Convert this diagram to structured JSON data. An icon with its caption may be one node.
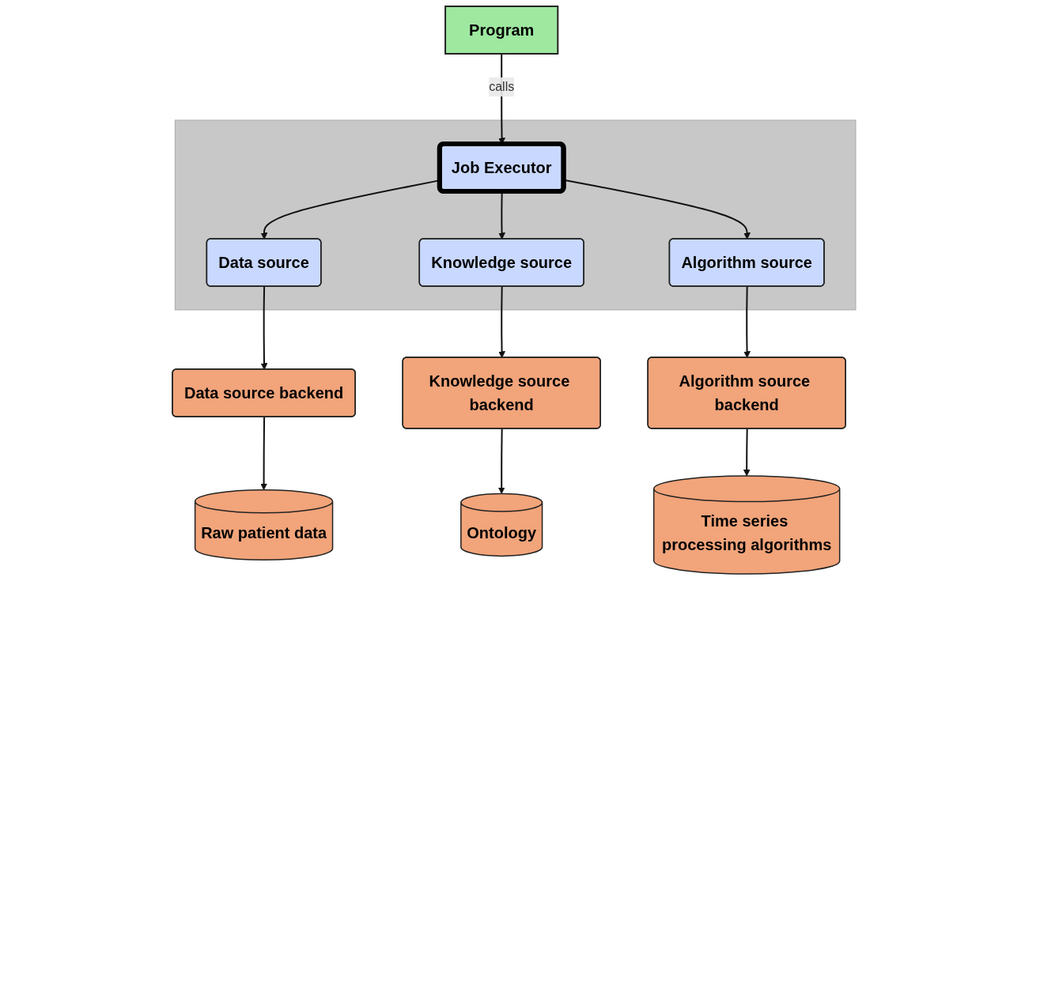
{
  "diagram": {
    "nodes": [
      {
        "text": [
          "Program"
        ]
      },
      {
        "text": [],
        "shape": "box"
      },
      {
        "text": [
          "Data source"
        ],
        "in": 1
      },
      {
        "text": [
          "Job Executor"
        ],
        "in": 1
      },
      {
        "text": [
          "Knowledge source"
        ],
        "in": 1
      },
      {
        "text": [
          "Algorithm source"
        ],
        "in": 1
      },
      {
        "text": [
          "Data source backend"
        ]
      },
      {
        "text": [
          "Algorithm source backend"
        ]
      },
      {
        "text": [
          "Knowledge source backend"
        ]
      },
      {
        "text": [
          "Raw patient data"
        ]
      },
      {
        "text": [
          "Time series processing algorithms"
        ]
      },
      {
        "text": [
          "Ontology"
        ]
      }
    ],
    "edges": [
      {
        "from": 0,
        "to": 3,
        "arrow": "to",
        "label": "calls"
      },
      {
        "from": 3,
        "to": 2,
        "arrow": "to"
      },
      {
        "from": 3,
        "to": 4,
        "arrow": "to"
      },
      {
        "from": 3,
        "to": 5,
        "arrow": "to"
      },
      {
        "from": 2,
        "to": 6,
        "arrow": "to"
      },
      {
        "from": 5,
        "to": 7,
        "arrow": "to"
      },
      {
        "from": 4,
        "to": 8,
        "arrow": "to"
      },
      {
        "from": 6,
        "to": 9,
        "arrow": "to"
      },
      {
        "from": 7,
        "to": 10,
        "arrow": "to"
      },
      {
        "from": 8,
        "to": 11,
        "arrow": "to"
      }
    ]
  }
}
